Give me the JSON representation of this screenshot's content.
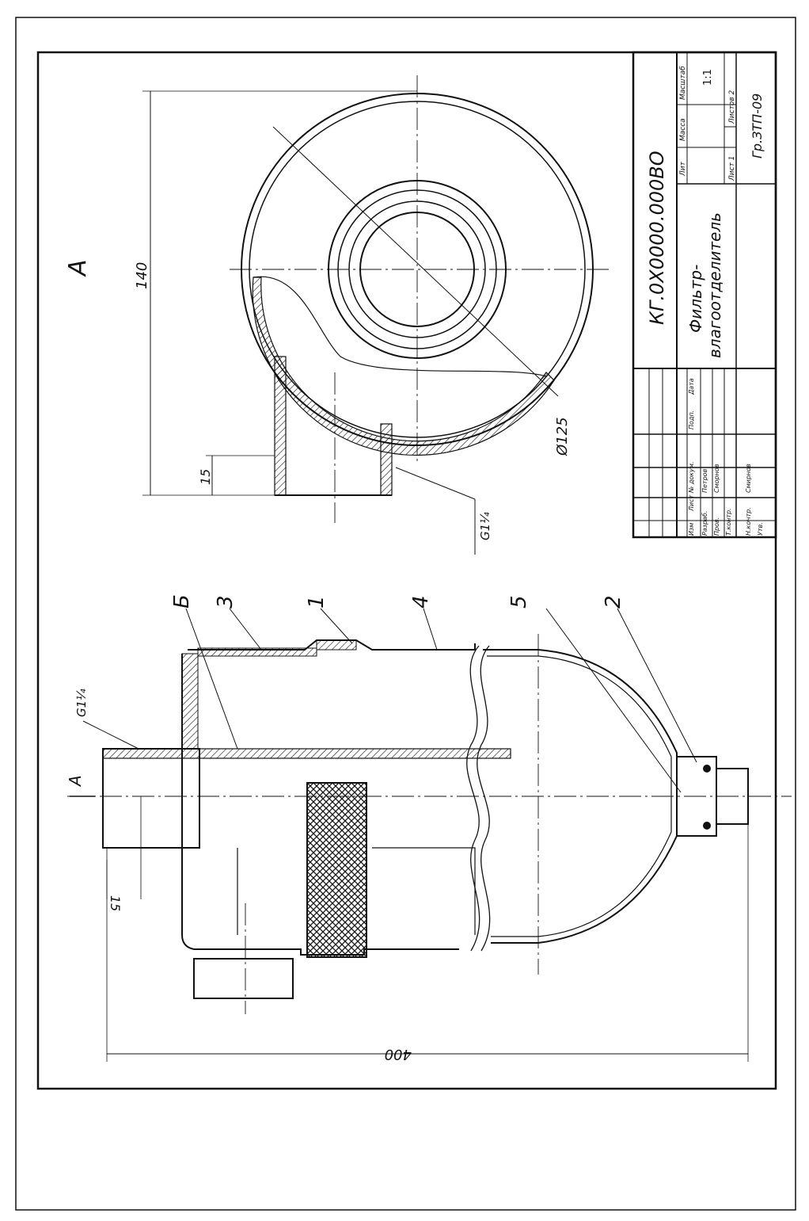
{
  "drawing": {
    "title_block": {
      "designation": "КГ.0Х0000.000ВО",
      "name_line1": "Фильтр-",
      "name_line2": "влагоотделитель",
      "scale": "1:1",
      "sheet": "Лист 1",
      "sheets": "Листов 2",
      "group": "Гр.ЗТП-09",
      "col_lit": "Лит",
      "col_mass": "Масса",
      "col_scale": "Масштаб",
      "change_headers": [
        "Изм",
        "Лист",
        "№ докум.",
        "Подп.",
        "Дата"
      ],
      "roles": [
        {
          "role": "Разраб.",
          "name": "Петров"
        },
        {
          "role": "Пров.",
          "name": "Сморнов"
        },
        {
          "role": "Т.контр.",
          "name": ""
        },
        {
          "role": "Н.контр.",
          "name": "Смирнов"
        },
        {
          "role": "Утв.",
          "name": ""
        }
      ]
    },
    "view_a": {
      "label": "А",
      "dim_140": "140",
      "dim_15": "15",
      "dim_d125": "Ø125",
      "thread": "G1¼"
    },
    "section": {
      "view_arrow": "А",
      "thread": "G1¼",
      "dim_15": "15",
      "dim_400": "400",
      "leaders": [
        "Б",
        "3",
        "1",
        "4",
        "5",
        "2"
      ]
    }
  }
}
